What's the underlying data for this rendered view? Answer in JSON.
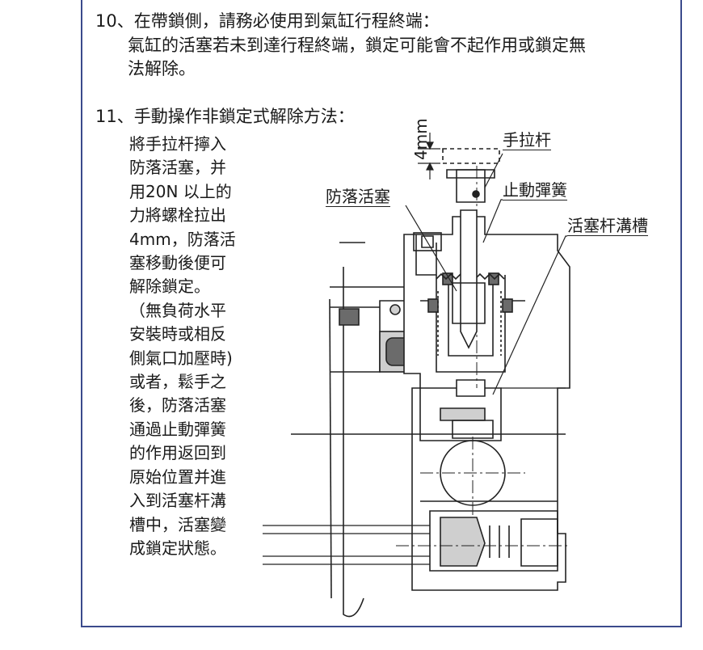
{
  "section10": {
    "heading": "10、在帶鎖側，請務必使用到氣缸行程終端：",
    "body_line1": "氣缸的活塞若未到達行程終端，鎖定可能會不起作用或鎖定無",
    "body_line2": "法解除。"
  },
  "section11": {
    "heading": "11、手動操作非鎖定式解除方法：",
    "lines": [
      "將手拉杆擰入",
      "防落活塞，并",
      "用20N 以上的",
      "力將螺栓拉出",
      "4mm，防落活",
      "塞移動後便可",
      "解除鎖定。",
      "（無負荷水平",
      "安裝時或相反",
      "側氣口加壓時)",
      "或者，鬆手之",
      "後，防落活塞",
      "通過止動彈簧",
      "的作用返回到",
      "原始位置并進",
      "入到活塞杆溝",
      "槽中，活塞變",
      "成鎖定狀態。"
    ]
  },
  "figure": {
    "dimension_label": "4mm",
    "label_hand_lever": "手拉杆",
    "label_stop_spring": "止動彈簧",
    "label_drop_piston": "防落活塞",
    "label_rod_groove": "活塞杆溝槽"
  },
  "colors": {
    "frame_border": "#3b4a8c",
    "line": "#222222",
    "fill_gray": "#cfcfcf",
    "fill_dark": "#6b6b6b"
  }
}
